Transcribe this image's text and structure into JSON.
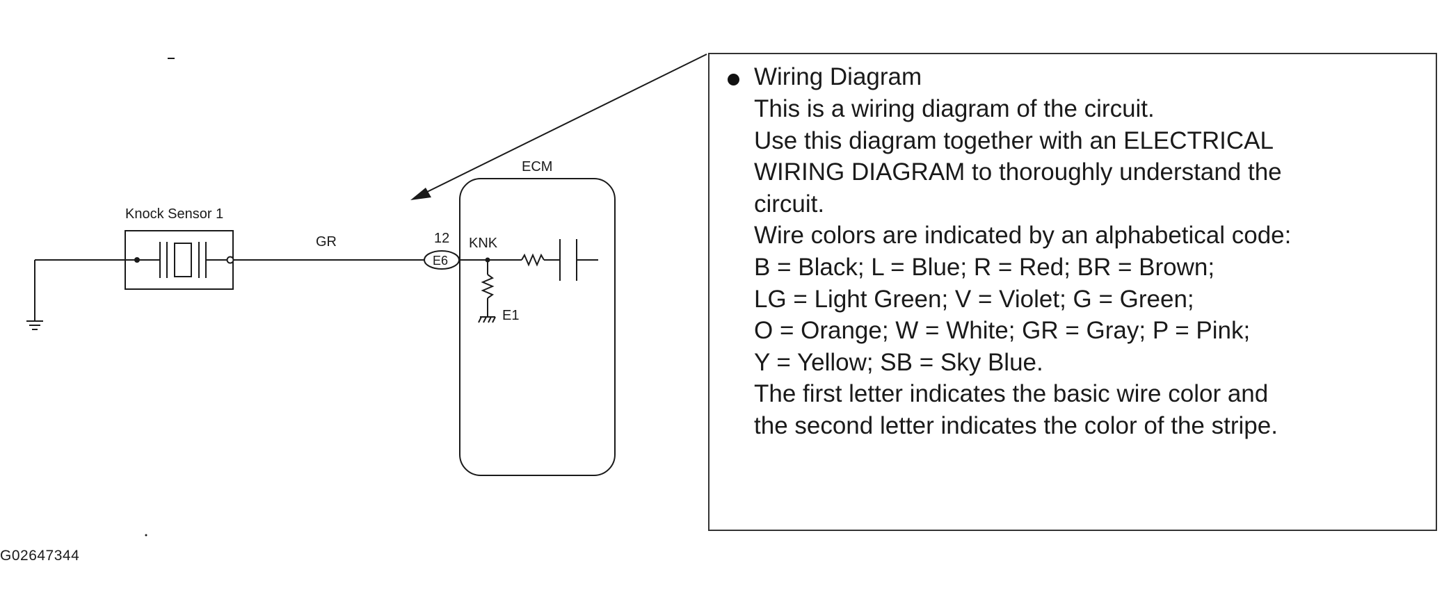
{
  "diagram": {
    "component_label": "Knock Sensor 1",
    "wire_color_label": "GR",
    "ecm_label": "ECM",
    "pin_number": "12",
    "connector_label": "E6",
    "terminal_label": "KNK",
    "ground_terminal_label": "E1"
  },
  "callout": {
    "heading": "Wiring Diagram",
    "lines": [
      "This is a wiring diagram of the circuit.",
      "Use this diagram together with an ELECTRICAL",
      "WIRING DIAGRAM to thoroughly understand the",
      "circuit.",
      "Wire colors are indicated by an alphabetical code:",
      "B = Black; L = Blue; R = Red; BR = Brown;",
      "LG = Light Green; V = Violet; G = Green;",
      "O = Orange; W = White; GR = Gray; P = Pink;",
      "Y = Yellow; SB = Sky Blue.",
      "The first letter indicates the basic wire color and",
      "the second letter indicates the color of the stripe."
    ]
  },
  "figure_id": "G02647344",
  "colors": {
    "ink": "#1a1a1a",
    "background": "#ffffff"
  }
}
